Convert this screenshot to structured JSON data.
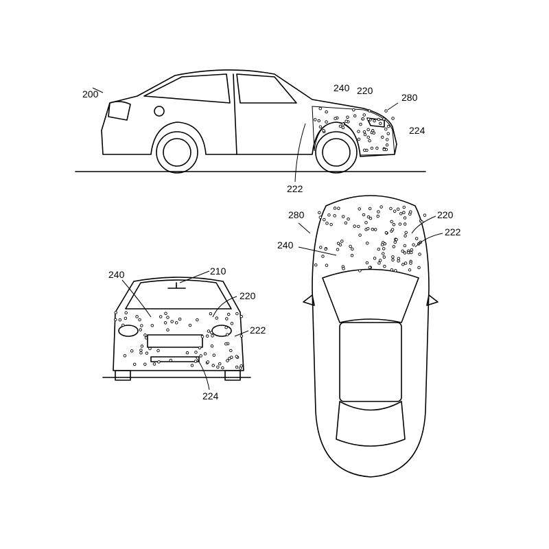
{
  "side_view": {
    "labels": {
      "ref_200": "200",
      "ref_240": "240",
      "ref_220": "220",
      "ref_280": "280",
      "ref_224": "224",
      "ref_222": "222"
    }
  },
  "top_view": {
    "labels": {
      "ref_280": "280",
      "ref_220": "220",
      "ref_222": "222",
      "ref_240": "240"
    }
  },
  "front_view": {
    "labels": {
      "ref_240": "240",
      "ref_210": "210",
      "ref_220": "220",
      "ref_222": "222",
      "ref_224": "224"
    }
  }
}
